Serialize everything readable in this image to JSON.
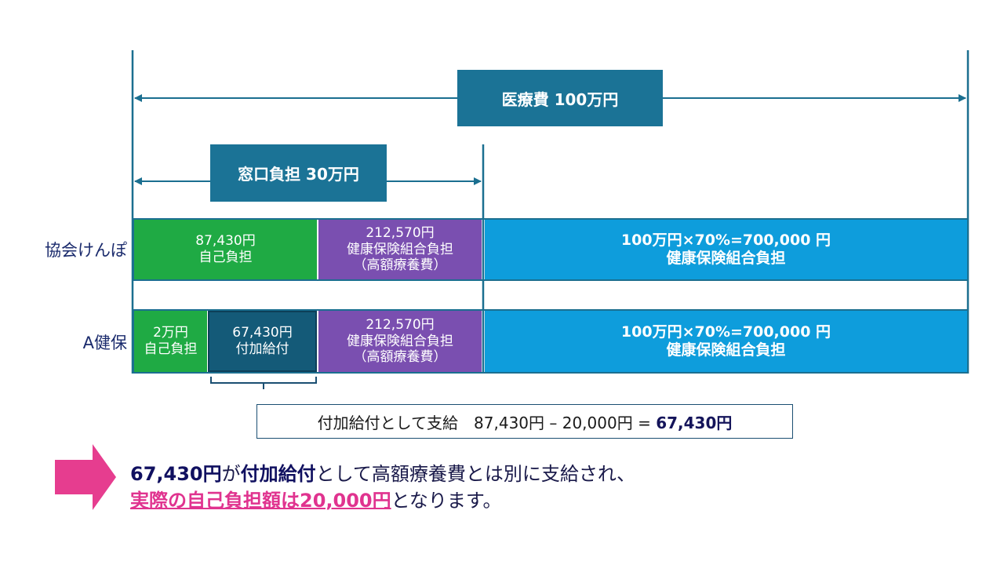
{
  "total_label": "医療費 100万円",
  "window_label": "窓口負担 30万円",
  "rows": [
    {
      "label": "協会けんぽ",
      "self": {
        "line1": "87,430円",
        "line2": "自己負担"
      },
      "kogaku": {
        "line1": "212,570円",
        "line2": "健康保険組合負担",
        "line3": "（高額療養費）"
      },
      "insurer": {
        "line1": "100万円×70%=700,000 円",
        "line2": "健康保険組合負担"
      }
    },
    {
      "label": "A健保",
      "self": {
        "line1": "2万円",
        "line2": "自己負担"
      },
      "fuka": {
        "line1": "67,430円",
        "line2": "付加給付"
      },
      "kogaku": {
        "line1": "212,570円",
        "line2": "健康保険組合負担",
        "line3": "（高額療養費）"
      },
      "insurer": {
        "line1": "100万円×70%=700,000 円",
        "line2": "健康保険組合負担"
      }
    }
  ],
  "formula": {
    "prefix": "付加給付として支給",
    "expr": "87,430円 – 20,000円 = ",
    "result": "67,430円"
  },
  "summary": {
    "line1_amount": "67,430円",
    "line1_ga": "が",
    "line1_fuka": "付加給付",
    "line1_rest": "として高額療養費とは別に支給され、",
    "line2_highlight": "実際の自己負担額は20,000円",
    "line2_rest": "となります。"
  },
  "colors": {
    "label_box": "#1b7396",
    "green": "#1faa44",
    "purple": "#7a4fb0",
    "navy": "#145a78",
    "blue": "#0e9ddc",
    "pink": "#e0338f"
  }
}
